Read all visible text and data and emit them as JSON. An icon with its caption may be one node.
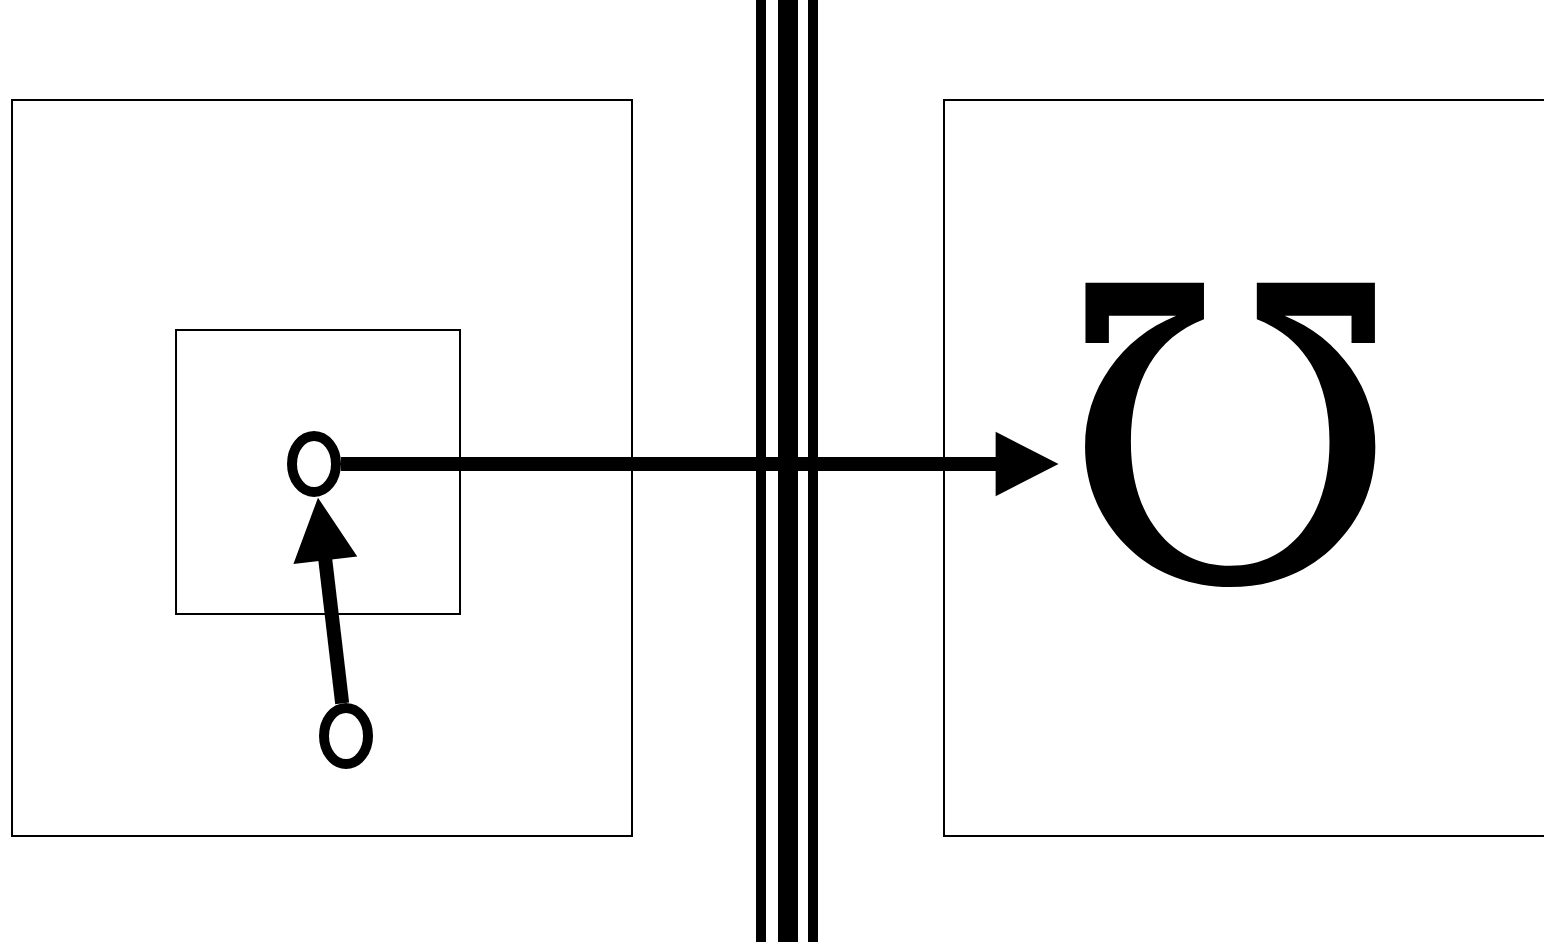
{
  "diagram": {
    "nodes": [
      {
        "text": [],
        "shape": "box"
      },
      {
        "text": [],
        "shape": "box",
        "in": 0
      },
      {
        "text": [],
        "shape": "circle",
        "in": 1
      },
      {
        "text": [],
        "shape": "circle",
        "in": 0
      },
      {
        "text": [],
        "shape": "box"
      },
      {
        "text": [
          "℧"
        ],
        "in": 4
      }
    ],
    "edges": [
      {
        "from": 3,
        "to": 2,
        "arrow": "to"
      },
      {
        "from": 2,
        "to": 5,
        "arrow": "to"
      }
    ]
  }
}
